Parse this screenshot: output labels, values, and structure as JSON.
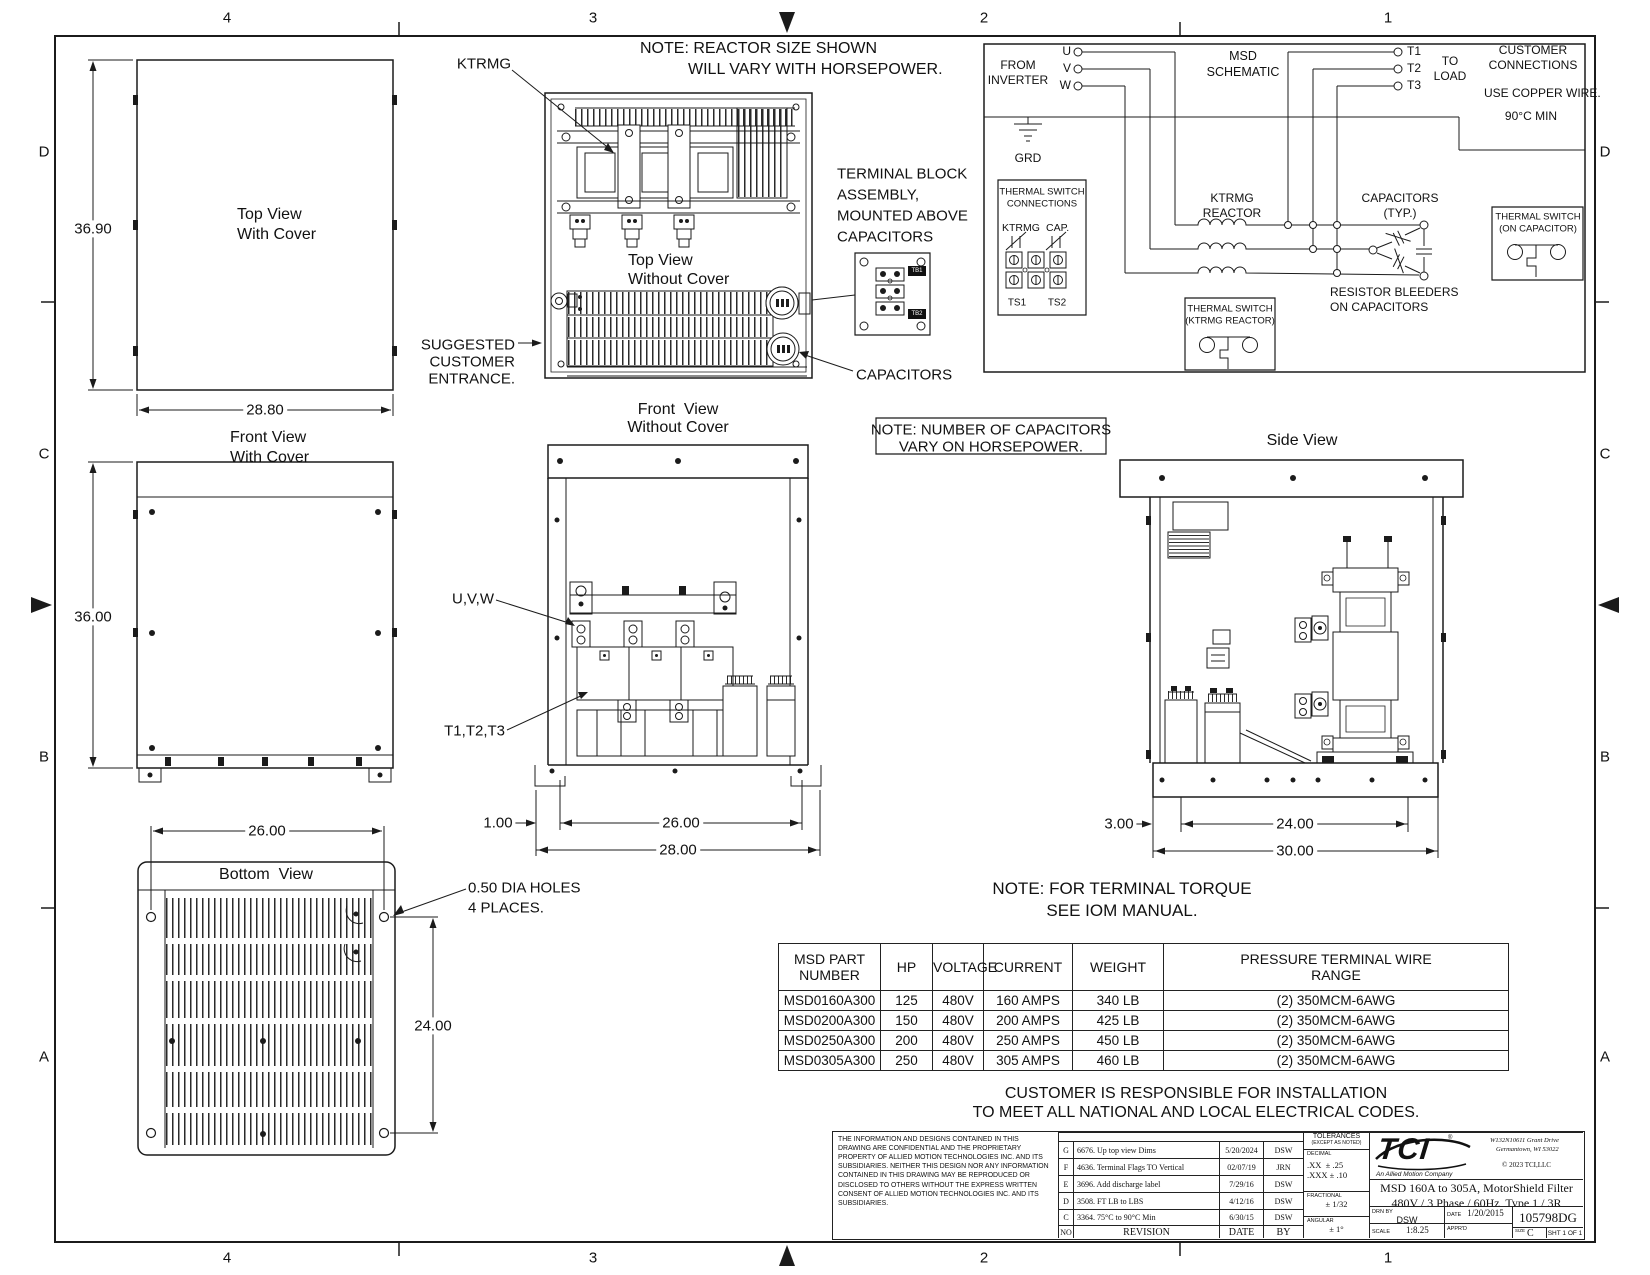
{
  "zones": {
    "cols": [
      "4",
      "3",
      "2",
      "1"
    ],
    "rows": [
      "D",
      "C",
      "B",
      "A"
    ]
  },
  "top_view_cover": {
    "line1": "Top View",
    "line2": "With Cover",
    "height": "36.90",
    "width": "28.80"
  },
  "front_view_cover": {
    "line1": "Front View",
    "line2": "With Cover",
    "height": "36.00"
  },
  "bottom_view": {
    "title": "Bottom  View",
    "width": "26.00",
    "height": "24.00",
    "holes_line1": "0.50 DIA HOLES",
    "holes_line2": "4 PLACES."
  },
  "top_view_open": {
    "note_line1": "NOTE: REACTOR SIZE SHOWN",
    "note_line2": "WILL VARY WITH HORSEPOWER.",
    "ktrmg": "KTRMG",
    "line1": "Top View",
    "line2": "Without Cover",
    "entrance": [
      "SUGGESTED",
      "CUSTOMER",
      "ENTRANCE."
    ],
    "terminal_block": [
      "TERMINAL BLOCK",
      "ASSEMBLY,",
      "MOUNTED ABOVE",
      "CAPACITORS"
    ],
    "tb1": "TB1",
    "tb2": "TB2",
    "capacitors": "CAPACITORS",
    "cap_note_line1": "NOTE: NUMBER OF CAPACITORS",
    "cap_note_line2": "VARY ON HORSEPOWER."
  },
  "front_view_open": {
    "line1": "Front  View",
    "line2": "Without Cover",
    "uvw": "U,V,W",
    "t123": "T1,T2,T3",
    "dim_left": "1.00",
    "dim_inner": "26.00",
    "dim_outer": "28.00"
  },
  "side_view": {
    "title": "Side View",
    "dim_left": "3.00",
    "dim_inner": "24.00",
    "dim_outer": "30.00"
  },
  "schematic": {
    "from": [
      "FROM",
      "INVERTER"
    ],
    "u": "U",
    "v": "V",
    "w": "W",
    "title": [
      "MSD",
      "SCHEMATIC"
    ],
    "t1": "T1",
    "t2": "T2",
    "t3": "T3",
    "to_load": [
      "TO",
      "LOAD"
    ],
    "customer": [
      "CUSTOMER",
      "CONNECTIONS"
    ],
    "wire": "USE COPPER WIRE.",
    "temp": "90°C MIN",
    "grd": "GRD",
    "switch_box": [
      "THERMAL SWITCH",
      "CONNECTIONS"
    ],
    "ktrmg": "KTRMG",
    "cap": "CAP.",
    "ts1": "TS1",
    "ts2": "TS2",
    "reactor": [
      "KTRMG",
      "REACTOR"
    ],
    "capacitors": [
      "CAPACITORS",
      "(TYP.)"
    ],
    "on_cap": [
      "THERMAL SWITCH",
      "(ON CAPACITOR)"
    ],
    "bleeders": [
      "RESISTOR BLEEDERS",
      "ON CAPACITORS"
    ],
    "ktrmg_reactor": [
      "THERMAL SWITCH",
      "(KTRMG REACTOR)"
    ]
  },
  "torque_note": [
    "NOTE: FOR TERMINAL TORQUE",
    "SEE IOM MANUAL."
  ],
  "install_note": [
    "CUSTOMER IS RESPONSIBLE FOR INSTALLATION",
    "TO MEET ALL NATIONAL AND LOCAL ELECTRICAL CODES."
  ],
  "parts_table": {
    "headers": [
      "MSD PART\nNUMBER",
      "HP",
      "VOLTAGE",
      "CURRENT",
      "WEIGHT",
      "PRESSURE TERMINAL WIRE\nRANGE"
    ],
    "rows": [
      [
        "MSD0160A300",
        "125",
        "480V",
        "160 AMPS",
        "340 LB",
        "(2) 350MCM-6AWG"
      ],
      [
        "MSD0200A300",
        "150",
        "480V",
        "200 AMPS",
        "425 LB",
        "(2) 350MCM-6AWG"
      ],
      [
        "MSD0250A300",
        "200",
        "480V",
        "250 AMPS",
        "450 LB",
        "(2) 350MCM-6AWG"
      ],
      [
        "MSD0305A300",
        "250",
        "480V",
        "305 AMPS",
        "460 LB",
        "(2) 350MCM-6AWG"
      ]
    ]
  },
  "title_block": {
    "legal": "THE INFORMATION AND DESIGNS CONTAINED IN THIS DRAWING ARE CONFIDENTIAL AND THE PROPRIETARY PROPERTY OF ALLIED MOTION TECHNOLOGIES INC. AND ITS SUBSIDIARIES. NEITHER THIS DESIGN NOR ANY INFORMATION CONTAINED IN THIS DRAWING MAY BE REPRODUCED OR DISCLOSED TO OTHERS WITHOUT THE EXPRESS WRITTEN CONSENT OF ALLIED MOTION TECHNOLOGIES INC. AND ITS SUBSIDIARIES.",
    "revisions": [
      {
        "no": "G",
        "desc": "6676. Up top view Dims",
        "date": "5/20/2024",
        "by": "DSW"
      },
      {
        "no": "F",
        "desc": "4636. Terminal Flags TO Vertical",
        "date": "02/07/19",
        "by": "JRN"
      },
      {
        "no": "E",
        "desc": "3696. Add discharge label",
        "date": "7/29/16",
        "by": "DSW"
      },
      {
        "no": "D",
        "desc": "3508. FT LB to LBS",
        "date": "4/12/16",
        "by": "DSW"
      },
      {
        "no": "C",
        "desc": "3364. 75°C to 90°C Min",
        "date": "6/30/15",
        "by": "DSW"
      }
    ],
    "rev_footer": {
      "no": "NO",
      "revision": "REVISION",
      "date": "DATE",
      "by": "BY"
    },
    "tolerances": {
      "title": "TOLERANCES",
      "subtitle": "(EXCEPT AS NOTED)",
      "decimal_label": "DECIMAL",
      "decimal1": ".XX  ± .25",
      "decimal2": ".XXX ± .10",
      "fractional_label": "FRACTIONAL",
      "fractional": "± 1/32",
      "angular_label": "ANGULAR",
      "angular": "± 1°"
    },
    "logo_text": "TCI",
    "logo_reg": "®",
    "logo_tagline": "An Allied Motion Company",
    "address1": "W132N10611 Grant Drive",
    "address2": "Germantown, WI 53022",
    "copyright": "© 2023 TCI,LLC",
    "title_line1": "MSD 160A to 305A, MotorShield Filter",
    "title_line2": "480V / 3 Phase / 60Hz, Type 1 / 3R",
    "drn_label": "DRN BY",
    "drn": "DSW",
    "date_label": "DATE",
    "date": "1/20/2015",
    "scale_label": "SCALE",
    "scale": "1:8.25",
    "appr_label": "APPR'D",
    "number": "105798DG",
    "size_label": "SIZE",
    "size": "C",
    "sheet": "SHT 1 OF 1"
  }
}
